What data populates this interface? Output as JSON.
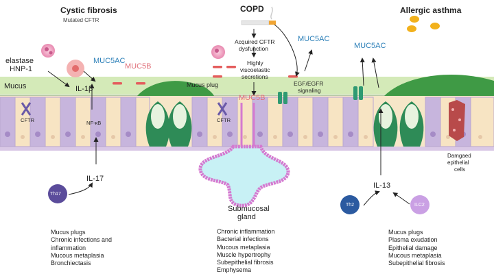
{
  "sections": {
    "cf": {
      "title": "Cystic fibrosis",
      "subtitle": "Mutated CFTR"
    },
    "copd": {
      "title": "COPD"
    },
    "asthma": {
      "title": "Allergic  asthma"
    }
  },
  "labels": {
    "elastase": "elastase",
    "hnp": "HNP-1",
    "muc5ac_left": "MUC5AC",
    "muc5b_left": "MUC5B",
    "il1b": "IL-1β",
    "mucus": "Mucus",
    "mucus_plug": "Mucus plug",
    "cftr_left": "CFTR",
    "cftr_mid": "CFTR",
    "nfkb": "NF-κB",
    "il17": "IL-17",
    "th17": "Th17",
    "acquired_cftr_1": "Acquired CFTR",
    "acquired_cftr_2": "dysfunction",
    "viscous_1": "Highly",
    "viscous_2": "viscoelastic",
    "viscous_3": "secretions",
    "muc5b_mid": "MUC5B",
    "muc5ac_mid": "MUC5AC",
    "egf_1": "EGF/EGFR",
    "egf_2": "signaling",
    "submucosal_1": "Submucosal",
    "submucosal_2": "gland",
    "muc5ac_right": "MUC5AC",
    "damaged_1": "Damgaed",
    "damaged_2": "epithelial",
    "damaged_3": "cells",
    "il13": "IL-13",
    "th2": "Th2",
    "ilc2": "ILC2"
  },
  "lists": {
    "cf": [
      "Mucus plugs",
      "Chronic infections and",
      "inflammation",
      "Mucous metaplasia",
      "Bronchiectasis"
    ],
    "copd": [
      "Chronic inflammation",
      "Bacterial infections",
      "Mucous metaplasia",
      "Muscle hypertrophy",
      "Subepithelial fibrosis",
      "Emphysema"
    ],
    "asthma": [
      "Mucus plugs",
      "Plasma exudation",
      "Epithelial damage",
      "Mucous metaplasia",
      "Subepithelial fibrosis"
    ]
  },
  "colors": {
    "mucus_band": "#cfe8b0",
    "goblet": "#2e8b57",
    "epithelium": "#f7e3c0",
    "purple_cell": "#c9b8dc",
    "gland": "#e3a6e3",
    "allergen": "#f3b325",
    "th17": "#5a4d9a",
    "th2": "#2b5aa0",
    "ilc2": "#c79be0",
    "blue_text": "#2b7fb8",
    "pink_text": "#e0707a"
  }
}
